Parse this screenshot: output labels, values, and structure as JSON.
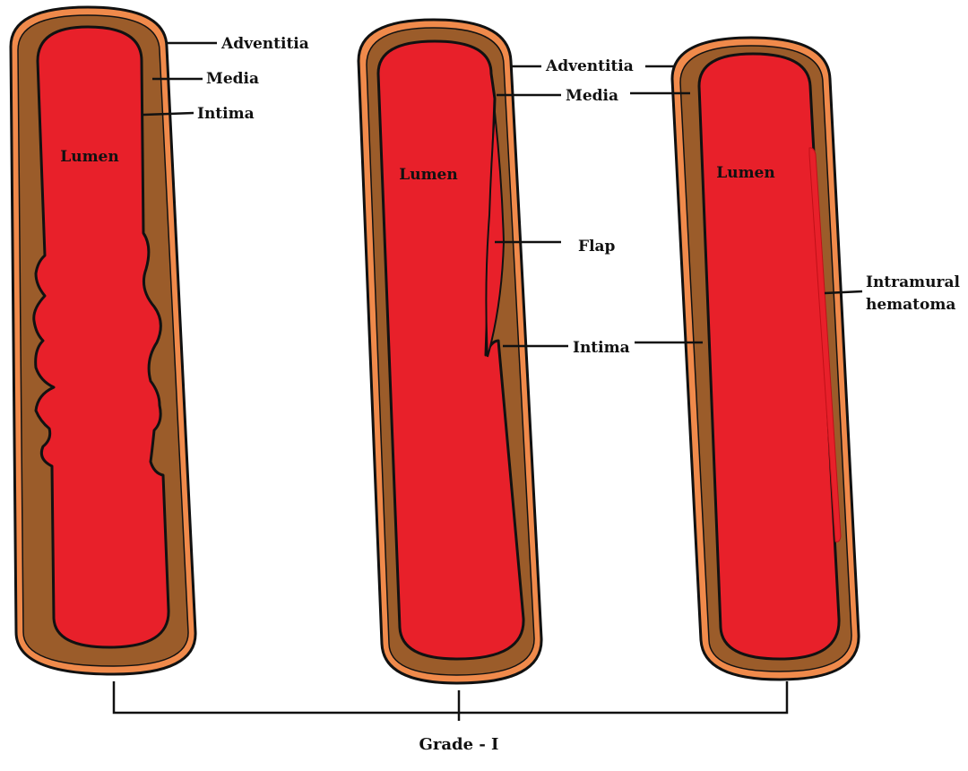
{
  "colors": {
    "adventitia": "#f08a4b",
    "media": "#9b5c2a",
    "lumen": "#e8202a",
    "outline": "#111111"
  },
  "labels": {
    "v1_adventitia": "Adventitia",
    "v1_media": "Media",
    "v1_intima": "Intima",
    "v1_lumen": "Lumen",
    "v2_adventitia": "Adventitia",
    "v2_media": "Media",
    "v2_lumen": "Lumen",
    "v2_flap": "Flap",
    "v2_intima": "Intima",
    "v3_lumen": "Lumen",
    "v3_hematoma_line1": "Intramural",
    "v3_hematoma_line2": "hematoma",
    "grade": "Grade - I"
  }
}
